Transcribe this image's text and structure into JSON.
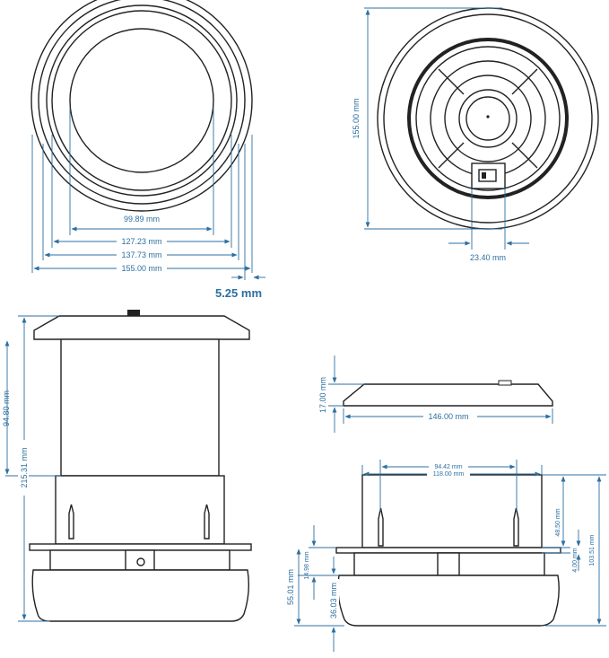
{
  "colors": {
    "line": "#222222",
    "dimension": "#2c6fa0",
    "background": "#ffffff"
  },
  "top_view": {
    "d1": "99.89 mm",
    "d2": "127.23 mm",
    "d3": "137.73 mm",
    "d4": "155.00 mm",
    "d5": "5.25 mm"
  },
  "front_view": {
    "height": "155.00 mm",
    "hole": "23.40 mm"
  },
  "side_view": {
    "upper": "94.80 mm",
    "total": "215.31 mm"
  },
  "flat_view": {
    "thickness": "17.00 mm",
    "width": "146.00 mm"
  },
  "installed_view": {
    "spacing": "94.42 mm",
    "outer": "118.00 mm",
    "bolt": "48.50 mm",
    "gap": "4.00 mm",
    "total": "103.51 mm",
    "flange": "14.98 mm",
    "body": "55.01 mm",
    "bottom": "36.03 mm"
  }
}
